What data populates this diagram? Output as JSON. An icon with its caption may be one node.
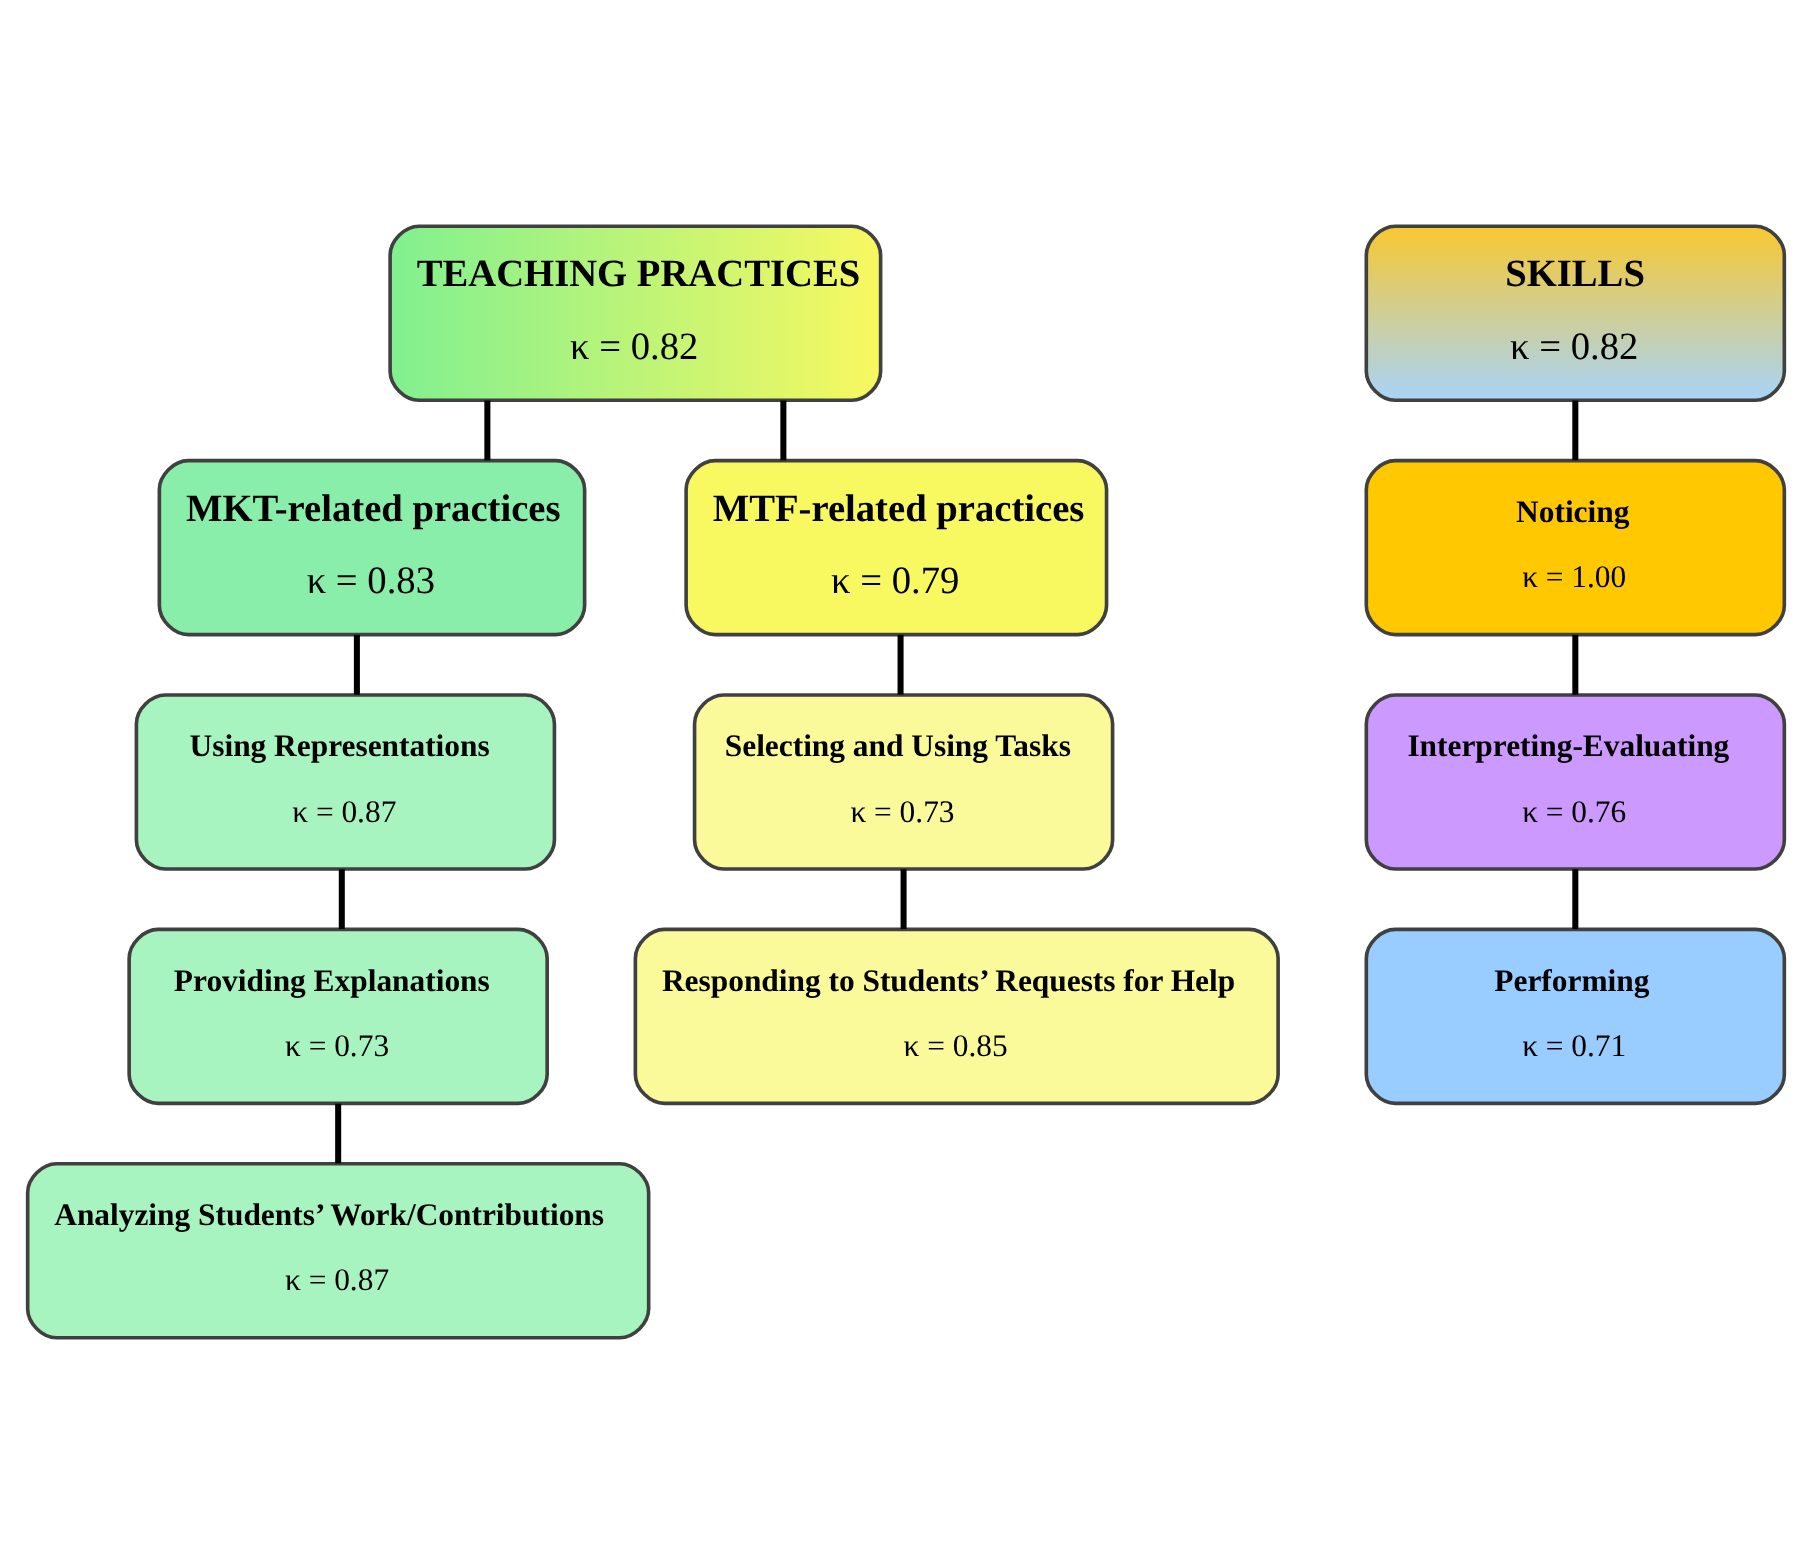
{
  "diagram": {
    "nodes": [
      {
        "text": [
          "TEACHING PRACTICES",
          "κ = 0.82"
        ]
      },
      {
        "text": [
          "MKT-related practices",
          "κ = 0.83"
        ]
      },
      {
        "text": [
          "MTF-related practices",
          "κ = 0.79"
        ]
      },
      {
        "text": [
          "Using Representations",
          "κ = 0.87"
        ]
      },
      {
        "text": [
          "Providing Explanations",
          "κ = 0.73"
        ]
      },
      {
        "text": [
          "Analyzing Students’ Work/Contributions",
          "κ = 0.87"
        ]
      },
      {
        "text": [
          "Selecting and Using Tasks",
          "κ = 0.73"
        ]
      },
      {
        "text": [
          "Responding to Students’ Requests for Help",
          "κ = 0.85"
        ]
      },
      {
        "text": [
          "SKILLS",
          "κ = 0.82"
        ]
      },
      {
        "text": [
          "Noticing",
          "κ = 1.00"
        ]
      },
      {
        "text": [
          "Interpreting-Evaluating",
          "κ = 0.76"
        ]
      },
      {
        "text": [
          "Performing",
          "κ = 0.71"
        ]
      }
    ],
    "edges": [
      {
        "from": 0,
        "to": 1,
        "arrow": "none"
      },
      {
        "from": 0,
        "to": 2,
        "arrow": "none"
      },
      {
        "from": 1,
        "to": 3,
        "arrow": "none"
      },
      {
        "from": 3,
        "to": 4,
        "arrow": "none"
      },
      {
        "from": 4,
        "to": 5,
        "arrow": "none"
      },
      {
        "from": 2,
        "to": 6,
        "arrow": "none"
      },
      {
        "from": 6,
        "to": 7,
        "arrow": "none"
      },
      {
        "from": 8,
        "to": 9,
        "arrow": "none"
      },
      {
        "from": 9,
        "to": 10,
        "arrow": "none"
      },
      {
        "from": 10,
        "to": 11,
        "arrow": "none"
      }
    ]
  }
}
